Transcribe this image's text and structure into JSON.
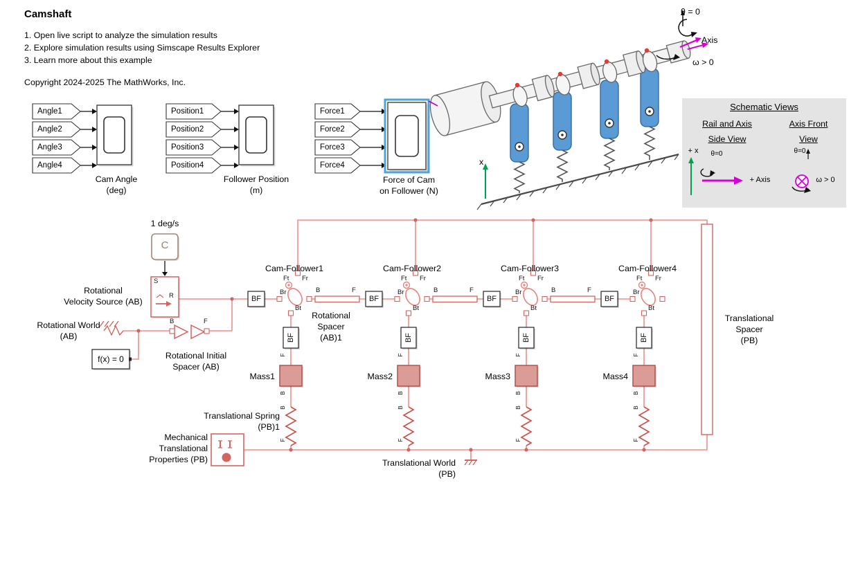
{
  "header": {
    "title": "Camshaft",
    "steps": [
      "1. Open live script to analyze the simulation results",
      "2. Explore simulation results using Simscape Results Explorer",
      "3. Learn more about this example"
    ],
    "copyright": "Copyright 2024-2025 The MathWorks, Inc."
  },
  "scopes": [
    {
      "inputs": [
        "Angle1",
        "Angle2",
        "Angle3",
        "Angle4"
      ],
      "caption1": "Cam Angle",
      "caption2": "(deg)"
    },
    {
      "inputs": [
        "Position1",
        "Position2",
        "Position3",
        "Position4"
      ],
      "caption1": "Follower Position",
      "caption2": "(m)"
    },
    {
      "inputs": [
        "Force1",
        "Force2",
        "Force3",
        "Force4"
      ],
      "caption1": "Force of Cam",
      "caption2": "on Follower (N)"
    }
  ],
  "illustration": {
    "theta": "θ = 0",
    "axis": "Axis",
    "omega": "ω > 0",
    "x": "x"
  },
  "views": {
    "title": "Schematic Views",
    "left_title1": "Rail and Axis",
    "left_title2": "Side View",
    "right_title1": "Axis Front",
    "right_title2": "View",
    "plus_x": "+ x",
    "theta0": "θ=0",
    "plus_axis": "+ Axis",
    "omega": "ω > 0"
  },
  "diagram": {
    "ports": {
      "b": "B",
      "f": "F",
      "s": "S",
      "r": "R",
      "ft": "Ft",
      "fr": "Fr",
      "br": "Br",
      "bt": "Bt"
    },
    "bf": "BF",
    "deg_label": "1 deg/s",
    "c_label": "C",
    "solver_label": "f(x) = 0",
    "velocity_source": [
      "Rotational",
      "Velocity Source (AB)"
    ],
    "rot_world": [
      "Rotational World",
      "(AB)"
    ],
    "rot_initial_spacer": [
      "Rotational Initial",
      "Spacer (AB)"
    ],
    "rot_spacer": [
      "Rotational",
      "Spacer",
      "(AB)1"
    ],
    "cam_followers": [
      "Cam-Follower1",
      "Cam-Follower2",
      "Cam-Follower3",
      "Cam-Follower4"
    ],
    "masses": [
      "Mass1",
      "Mass2",
      "Mass3",
      "Mass4"
    ],
    "trans_spring": [
      "Translational Spring",
      "(PB)1"
    ],
    "mech_props": [
      "Mechanical",
      "Translational",
      "Properties (PB)"
    ],
    "trans_world": [
      "Translational World",
      "(PB)"
    ],
    "trans_spacer": [
      "Translational",
      "Spacer",
      "(PB)"
    ]
  },
  "colors": {
    "wire": "#EE8F89",
    "accent": "#D2655F",
    "mass_fill": "#DB9C98",
    "follower_blue": "#5B9BD5",
    "selection": "#4DA3DC",
    "magenta": "#D400D4",
    "green": "#00A14B"
  }
}
